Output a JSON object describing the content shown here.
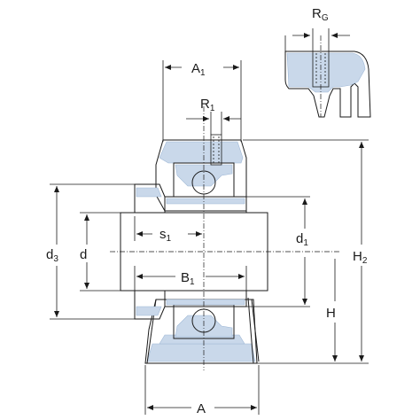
{
  "drawing": {
    "colors": {
      "housing_fill": "#c9d8ea",
      "housing_dark": "#9fb8d6",
      "shaft_light": "#f4f4f4",
      "shaft_mid": "#d9d9d9",
      "outline": "#1a1a1a"
    },
    "labels": {
      "RG": {
        "main": "R",
        "sub": "G"
      },
      "A1": {
        "main": "A",
        "sub": "1"
      },
      "R1": {
        "main": "R",
        "sub": "1"
      },
      "s1": {
        "main": "s",
        "sub": "1"
      },
      "d1": {
        "main": "d",
        "sub": "1"
      },
      "d3": {
        "main": "d",
        "sub": "3"
      },
      "d": {
        "main": "d",
        "sub": ""
      },
      "B1": {
        "main": "B",
        "sub": "1"
      },
      "H2": {
        "main": "H",
        "sub": "2"
      },
      "H": {
        "main": "H",
        "sub": ""
      },
      "A": {
        "main": "A",
        "sub": ""
      }
    }
  }
}
